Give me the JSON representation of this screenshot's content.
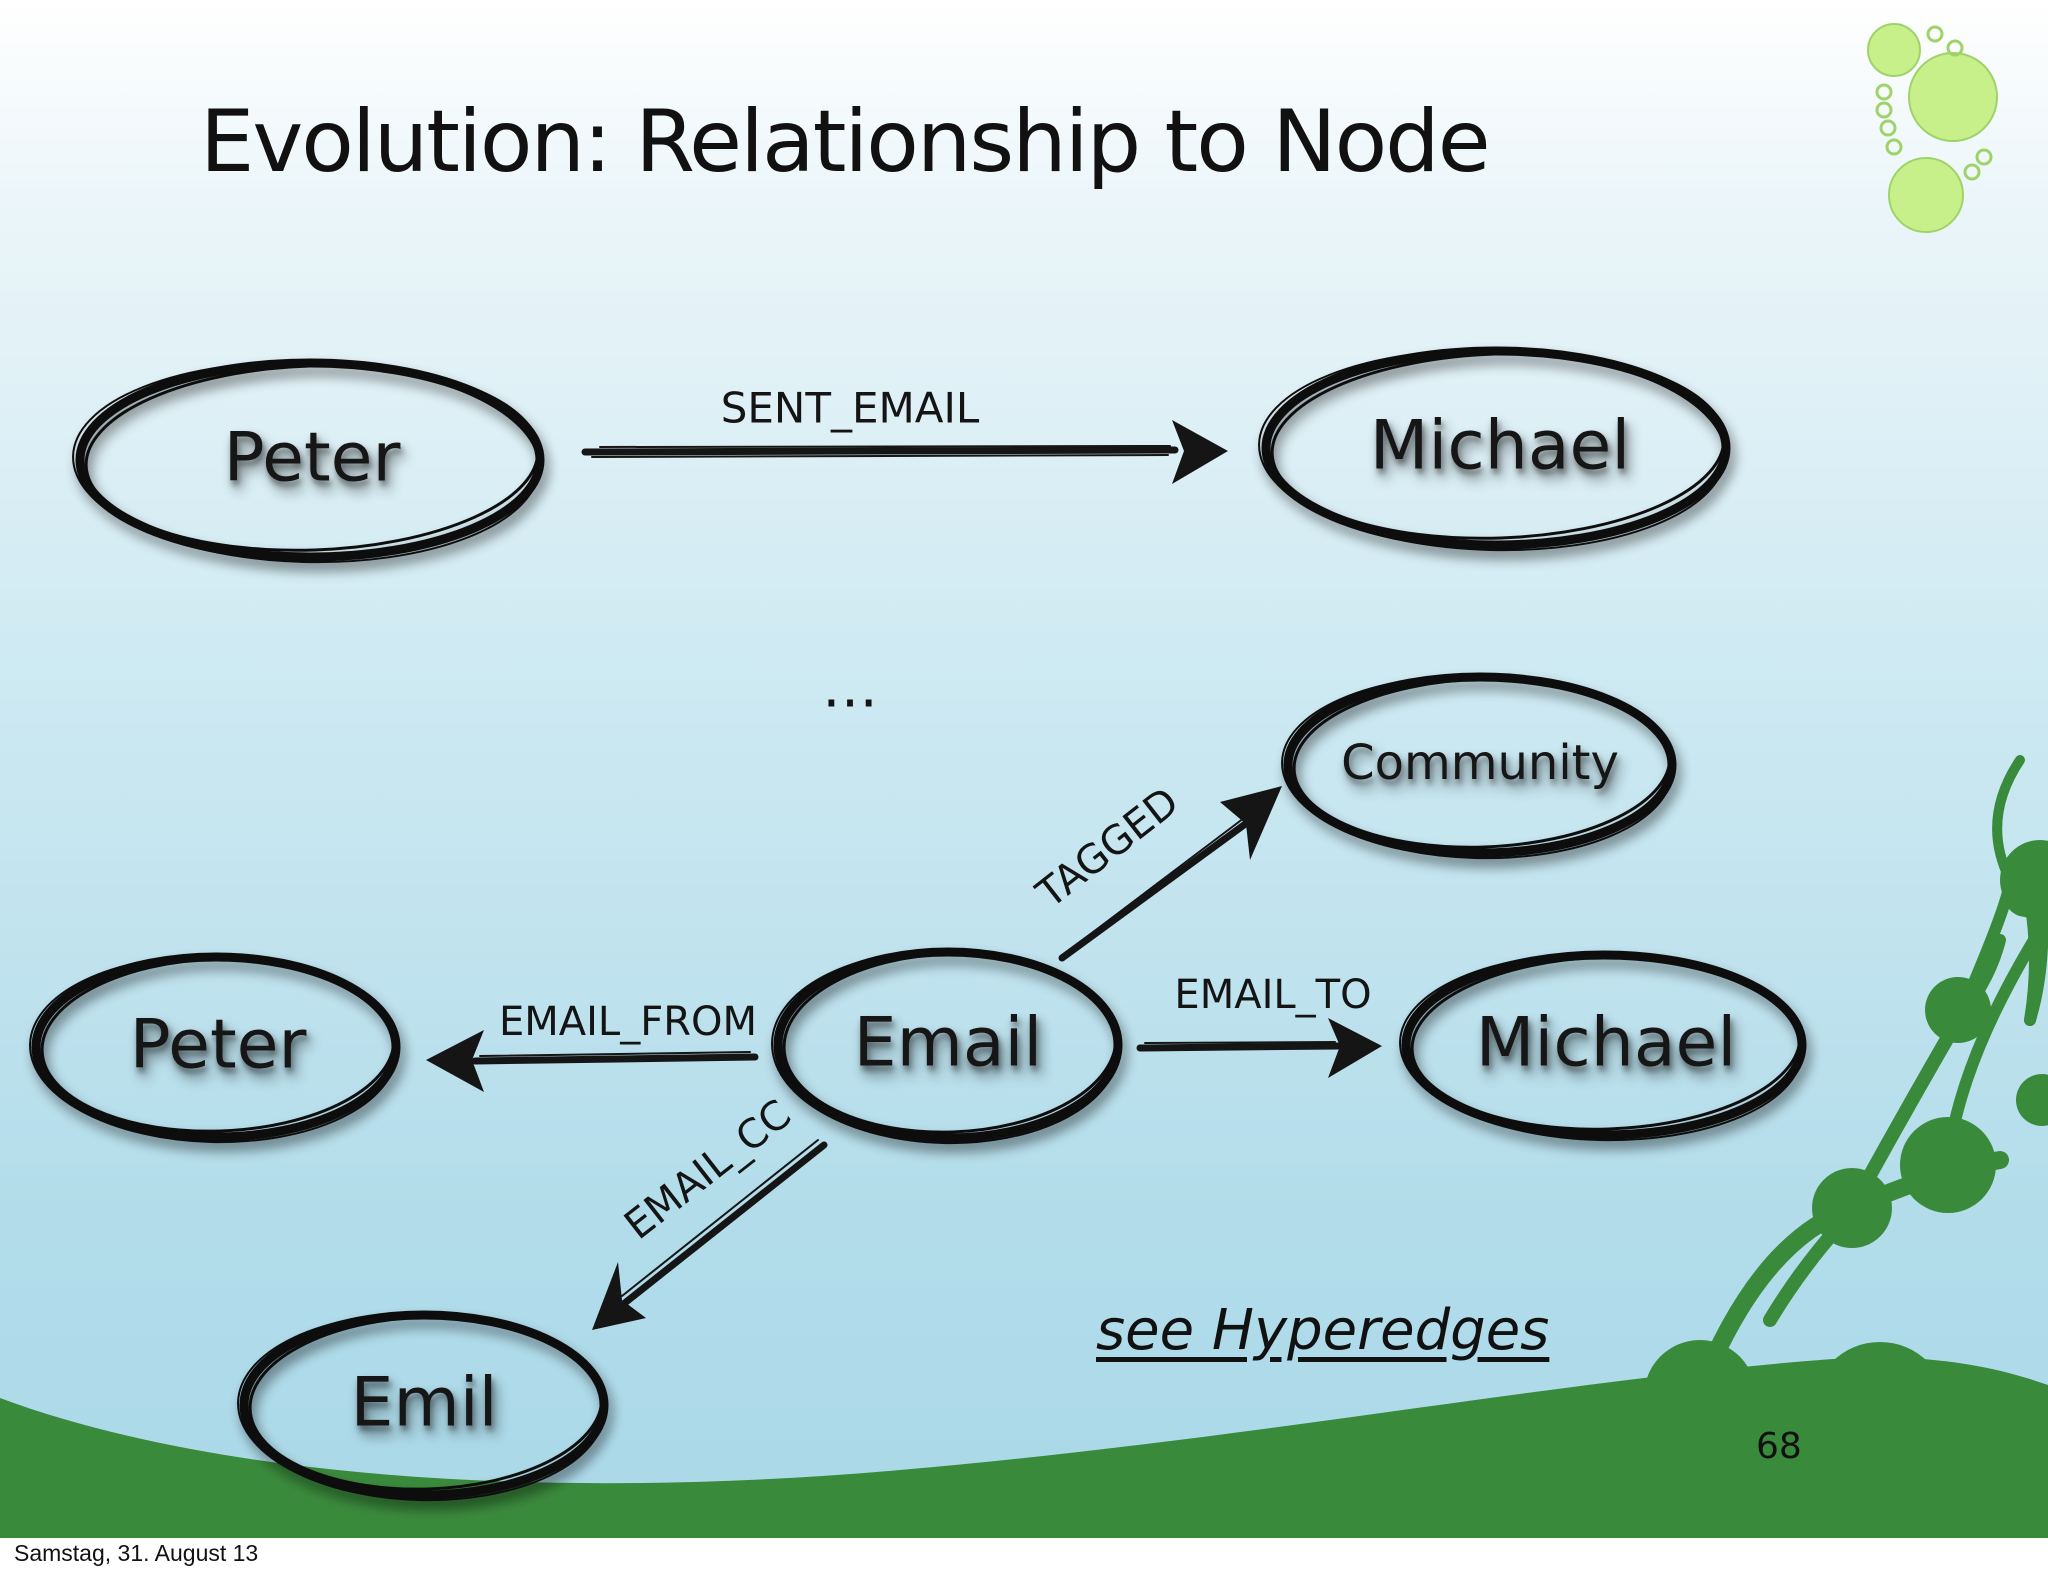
{
  "slide": {
    "title": "Evolution: Relationship to Node",
    "ellipsis": "…",
    "link_text": "see Hyperedges",
    "page_number": "68",
    "footer_date": "Samstag, 31. August 13"
  },
  "colors": {
    "ink": "#141414",
    "sky_top": "#ffffff",
    "sky_bottom": "#aad8e8",
    "grass": "#3a8a3c",
    "bubble": "#c8f08a"
  },
  "diagram": {
    "top_row": {
      "nodes": [
        "Peter",
        "Michael"
      ],
      "edge_label": "SENT_EMAIL"
    },
    "hyperedge": {
      "nodes": [
        "Email",
        "Peter",
        "Michael",
        "Community",
        "Emil"
      ],
      "edge_labels": [
        "EMAIL_FROM",
        "EMAIL_TO",
        "TAGGED",
        "EMAIL_CC"
      ]
    }
  }
}
